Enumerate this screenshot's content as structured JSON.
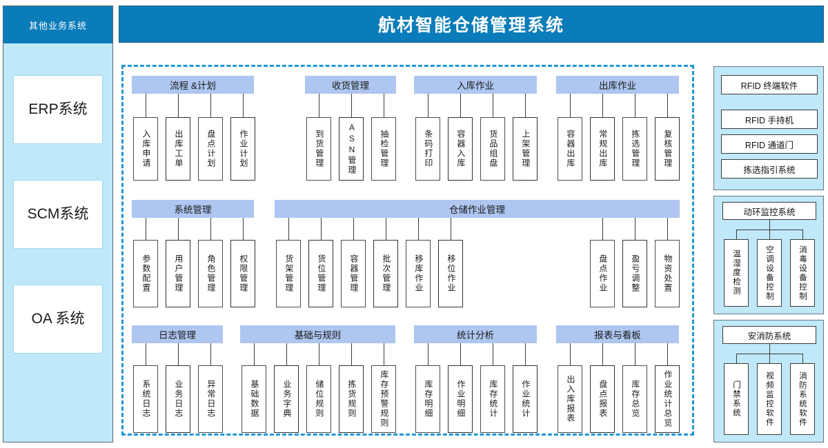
{
  "header": {
    "title": "航材智能仓储管理系统"
  },
  "left_panel": {
    "title": "其他业务系统",
    "items": [
      {
        "label": "ERP\n系统"
      },
      {
        "label": "SCM\n系统"
      },
      {
        "label": "OA 系统"
      }
    ]
  },
  "main_groups": [
    {
      "title": "流程 &计划",
      "items": [
        "入库申请",
        "出库工单",
        "盘点计划",
        "作业计划"
      ]
    },
    {
      "title": "收货管理",
      "items": [
        "到货管理",
        "ASN管理",
        "抽检管理"
      ]
    },
    {
      "title": "入库作业",
      "items": [
        "条码打印",
        "容器入库",
        "货品组盘",
        "上架管理"
      ]
    },
    {
      "title": "出库作业",
      "items": [
        "容器出库",
        "常规出库",
        "拣选管理",
        "复核管理"
      ]
    },
    {
      "title": "系统管理",
      "items": [
        "参数配置",
        "用户管理",
        "角色管理",
        "权限管理"
      ]
    },
    {
      "title": "仓储作业管理",
      "items": [
        "货架管理",
        "货位管理",
        "容器管理",
        "批次管理",
        "移库作业",
        "移位作业",
        "盘点作业",
        "盈亏调整",
        "物资处置"
      ]
    },
    {
      "title": "日志管理",
      "items": [
        "系统日志",
        "业务日志",
        "异常日志"
      ]
    },
    {
      "title": "基础与规则",
      "items": [
        "基础数据",
        "业务字典",
        "储位规则",
        "拣货规则",
        "库存预警规则"
      ]
    },
    {
      "title": "统计分析",
      "items": [
        "库存明细",
        "作业明细",
        "库存统计",
        "作业统计"
      ]
    },
    {
      "title": "报表与看板",
      "items": [
        "出入库报表",
        "盘点报表",
        "库存总览",
        "作业统计总览"
      ]
    }
  ],
  "right_panels": [
    {
      "type": "list",
      "items": [
        "RFID 终端软件",
        "RFID 手持机",
        "RFID 通道门",
        "拣选指引系统"
      ]
    },
    {
      "type": "tree",
      "title": "动环监控系统",
      "items": [
        "温湿度检测",
        "空调设备控制",
        "消毒设备控制"
      ]
    },
    {
      "type": "tree",
      "title": "安消防系统",
      "items": [
        "门禁系统",
        "视频监控软件",
        "消防系统软件"
      ]
    }
  ],
  "colors": {
    "brand_blue": "#0b7cba",
    "panel_cyan": "#bfe8f9",
    "group_header": "#aec6f0",
    "dashed_border": "#2196d6"
  }
}
